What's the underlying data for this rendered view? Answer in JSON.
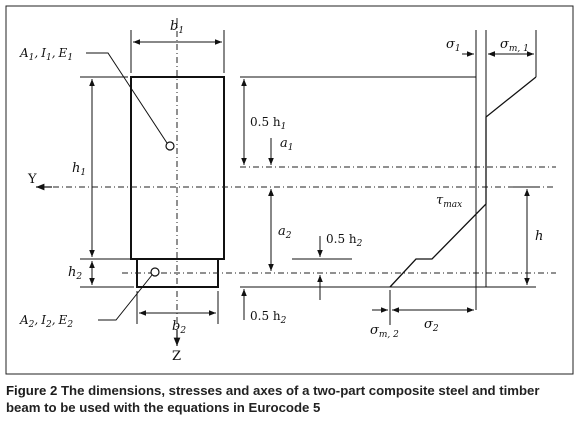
{
  "labels": {
    "b1": "b",
    "b1_sub": "1",
    "b2": "b",
    "b2_sub": "2",
    "A1_label": "A",
    "A1_sub": "1",
    "I1_label": "I",
    "I1_sub": "1",
    "E1_label": "E",
    "E1_sub": "1",
    "A2_label": "A",
    "A2_sub": "2",
    "I2_label": "I",
    "I2_sub": "2",
    "E2_label": "E",
    "E2_sub": "2",
    "h1": "h",
    "h1_sub": "1",
    "h2": "h",
    "h2_sub": "2",
    "h": "h",
    "half_h1": "0.5 h",
    "half_h1_sub": "1",
    "a1": "a",
    "a1_sub": "1",
    "a2": "a",
    "a2_sub": "2",
    "half_h2_top": "0.5 h",
    "half_h2_top_sub": "2",
    "half_h2_bottom": "0.5 h",
    "half_h2_bottom_sub": "2",
    "Y_axis": "Y",
    "Z_axis": "Z",
    "sigma1": "σ",
    "sigma1_sub": "1",
    "sigma_m1": "σ",
    "sigma_m1_sub": "m, 1",
    "tau_max": "τ",
    "tau_max_sub": "max",
    "sigma_m2": "σ",
    "sigma_m2_sub": "m, 2",
    "sigma2": "σ",
    "sigma2_sub": "2",
    "comma": ","
  },
  "caption": {
    "figure_label": "Figure 2",
    "text": "The dimensions, stresses and axes of a two-part composite steel and timber beam to be used with the equations in Eurocode 5"
  }
}
